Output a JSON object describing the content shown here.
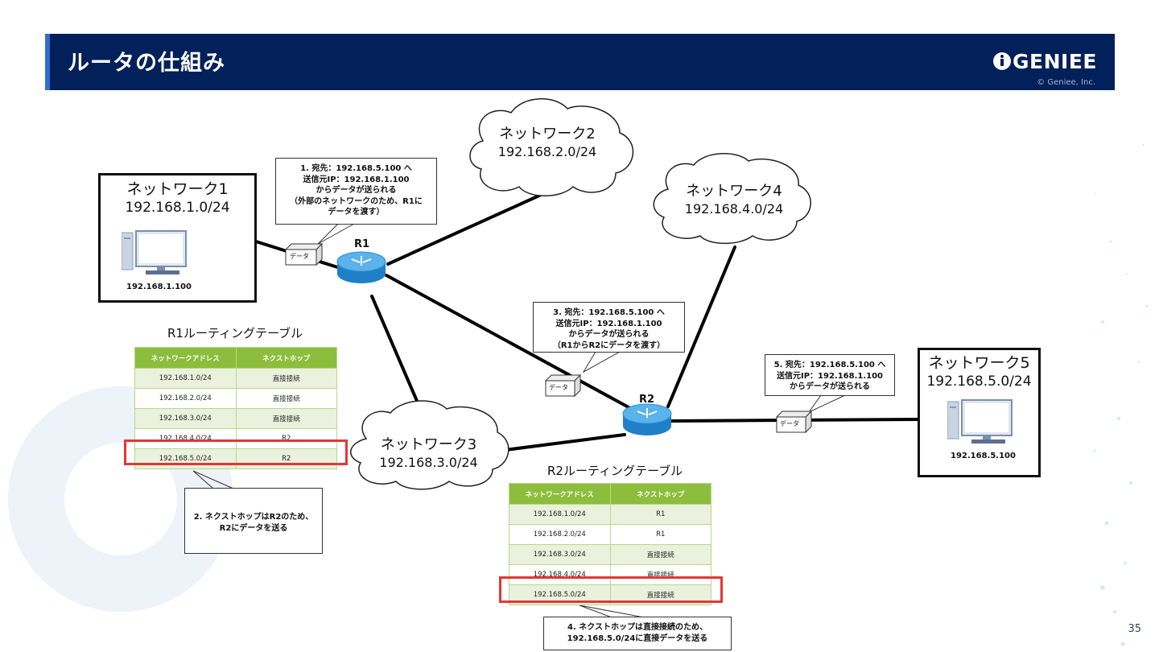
{
  "header": {
    "title": "ルータの仕組み",
    "logo": "GENIEE",
    "copyright": "© Geniee, Inc."
  },
  "networks": {
    "n1": {
      "name": "ネットワーク1",
      "addr": "192.168.1.0/24",
      "host_ip": "192.168.1.100"
    },
    "n2": {
      "name": "ネットワーク2",
      "addr": "192.168.2.0/24"
    },
    "n3": {
      "name": "ネットワーク3",
      "addr": "192.168.3.0/24"
    },
    "n4": {
      "name": "ネットワーク4",
      "addr": "192.168.4.0/24"
    },
    "n5": {
      "name": "ネットワーク5",
      "addr": "192.168.5.0/24",
      "host_ip": "192.168.5.100"
    }
  },
  "routers": {
    "r1": "R1",
    "r2": "R2"
  },
  "data_label": "データ",
  "callouts": {
    "c1": [
      "1. 宛先：192.168.5.100 へ",
      "送信元IP：192.168.1.100",
      "からデータが送られる",
      "（外部のネットワークのため、R1に",
      "データを渡す）"
    ],
    "c2": [
      "2. ネクストホップはR2のため、",
      "R2にデータを送る"
    ],
    "c3": [
      "3. 宛先：192.168.5.100 へ",
      "送信元IP：192.168.1.100",
      "からデータが送られる",
      "（R1からR2にデータを渡す）"
    ],
    "c4": [
      "4. ネクストホップは直接接続のため、",
      "192.168.5.0/24に直接データを送る"
    ],
    "c5": [
      "5. 宛先：192.168.5.100 へ",
      "送信元IP：192.168.1.100",
      "からデータが送られる"
    ]
  },
  "tables": {
    "r1": {
      "title": "R1ルーティングテーブル",
      "headers": [
        "ネットワークアドレス",
        "ネクストホップ"
      ],
      "rows": [
        [
          "192.168.1.0/24",
          "直接接続"
        ],
        [
          "192.168.2.0/24",
          "直接接続"
        ],
        [
          "192.168.3.0/24",
          "直接接続"
        ],
        [
          "192.168.4.0/24",
          "R2"
        ],
        [
          "192.168.5.0/24",
          "R2"
        ]
      ]
    },
    "r2": {
      "title": "R2ルーティングテーブル",
      "headers": [
        "ネットワークアドレス",
        "ネクストホップ"
      ],
      "rows": [
        [
          "192.168.1.0/24",
          "R1"
        ],
        [
          "192.168.2.0/24",
          "R1"
        ],
        [
          "192.168.3.0/24",
          "直接接続"
        ],
        [
          "192.168.4.0/24",
          "直接接続"
        ],
        [
          "192.168.5.0/24",
          "直接接続"
        ]
      ]
    }
  },
  "page_number": "35",
  "colors": {
    "header_bg": "#022059",
    "table_header": "#8cbd3c",
    "highlight": "#e53535"
  }
}
